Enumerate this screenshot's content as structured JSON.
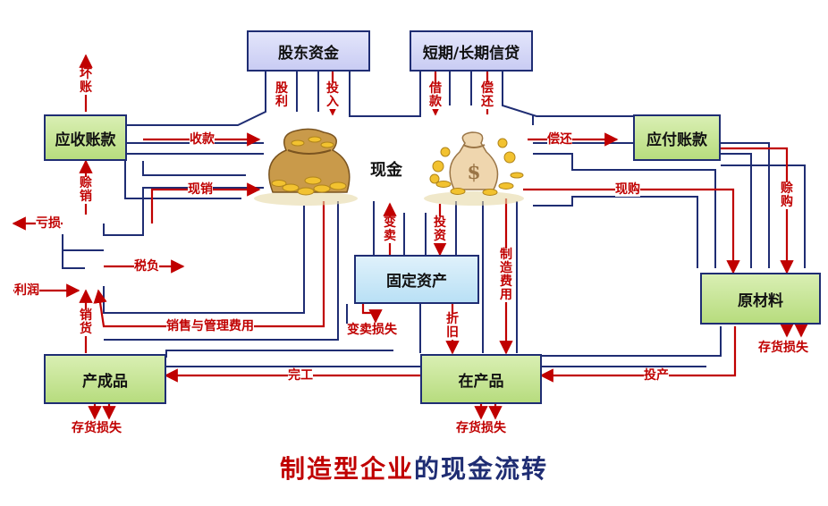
{
  "nodes": {
    "shareholder_funds": "股东资金",
    "credit": "短期/长期信贷",
    "receivables": "应收账款",
    "payables": "应付账款",
    "cash": "现金",
    "fixed_assets": "固定资产",
    "raw_materials": "原材料",
    "finished_goods": "产成品",
    "wip": "在产品"
  },
  "flows": {
    "bad_debt": "坏账",
    "dividend": "股利",
    "invest_in": "投入",
    "borrow": "借款",
    "repay_credit": "偿还",
    "collect": "收款",
    "repay_payables": "偿还",
    "credit_sales": "赊销",
    "cash_sales": "现销",
    "loss": "亏损",
    "tax": "税负",
    "profit": "利润",
    "sell_goods": "销货",
    "selling_admin_expense": "销售与管理费用",
    "sell_off": "变卖",
    "invest": "投资",
    "sale_loss": "变卖损失",
    "depreciation": "折旧",
    "mfg_cost": "制造费用",
    "cash_purchase": "现购",
    "credit_purchase": "赊购",
    "inventory_loss_raw": "存货损失",
    "into_production": "投产",
    "completion": "完工",
    "inventory_loss_fg": "存货损失",
    "inventory_loss_wip": "存货损失"
  },
  "title": {
    "part1": "制造型企业",
    "part2": "的现金流转"
  },
  "icons": {
    "money_bag_left": "gold-coin-sack-icon",
    "money_bag_right": "dollar-money-bag-icon"
  },
  "colors": {
    "flow_red": "#c00000",
    "border_navy": "#1f2d73",
    "node_green": "#c6e594",
    "node_lavender": "#d6d8f7",
    "node_blue": "#cbe8f7"
  }
}
